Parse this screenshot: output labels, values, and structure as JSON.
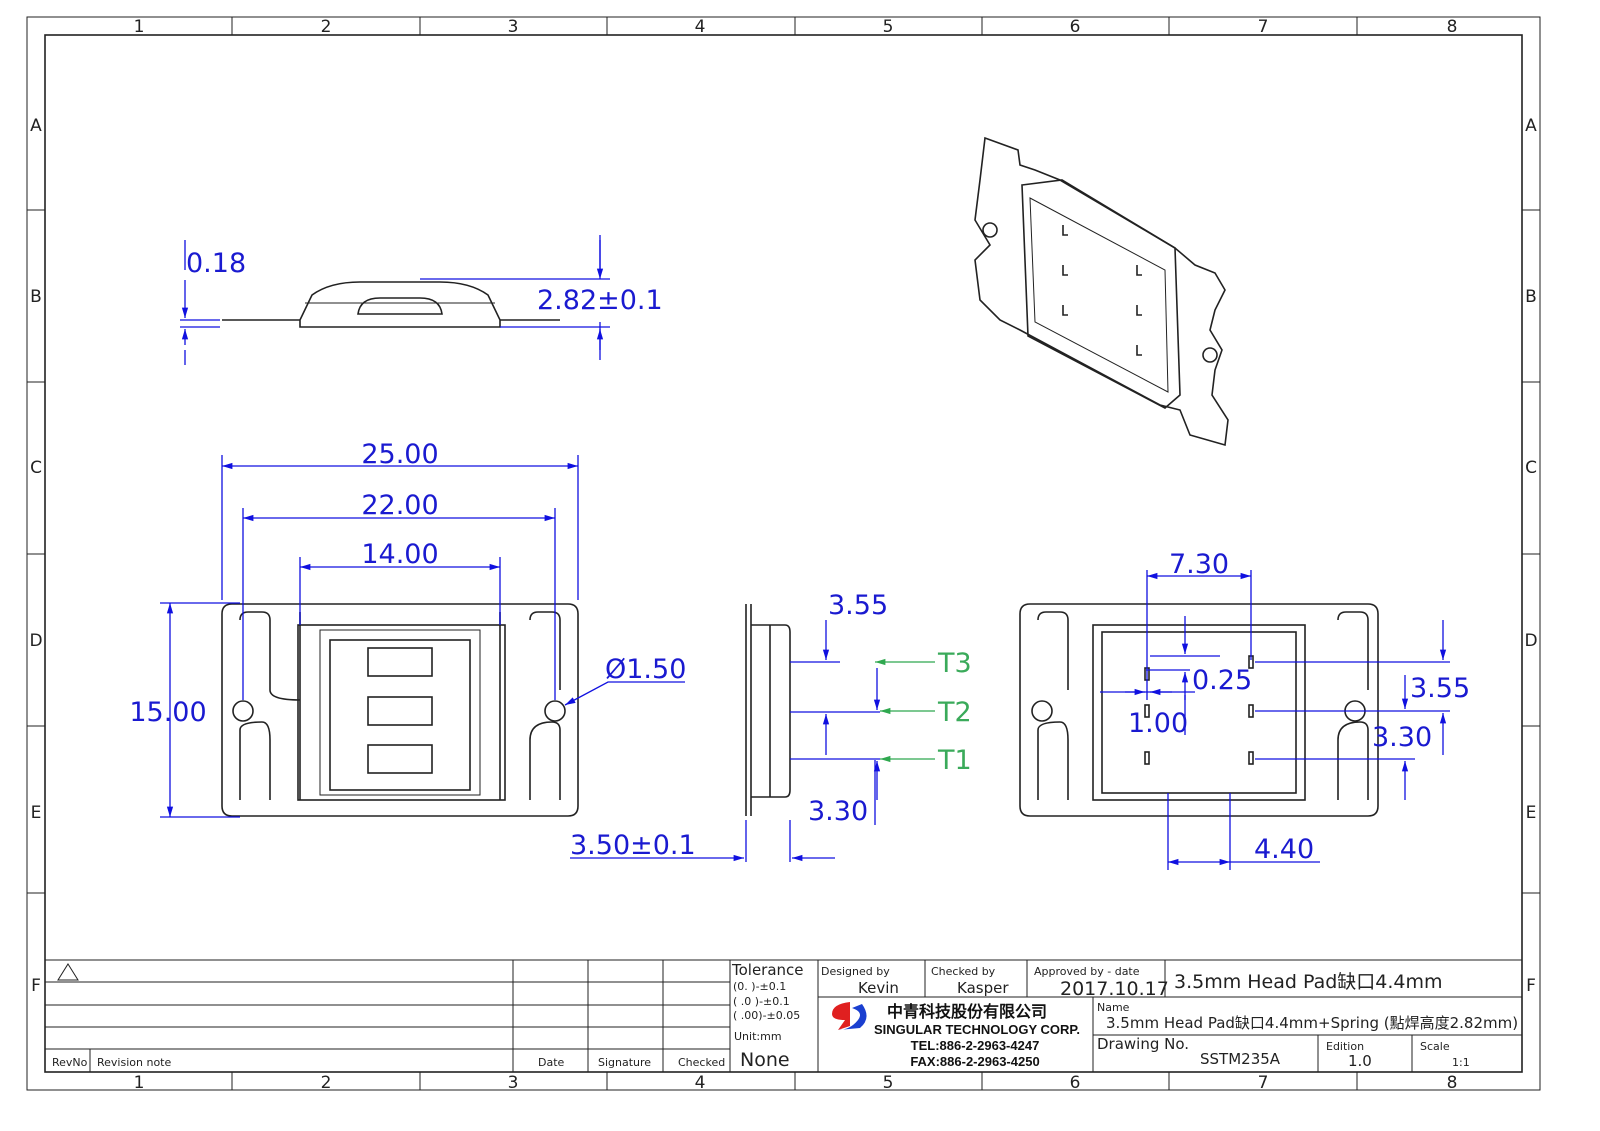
{
  "zones": {
    "columns": [
      "1",
      "2",
      "3",
      "4",
      "5",
      "6",
      "7",
      "8"
    ],
    "rows": [
      "A",
      "B",
      "C",
      "D",
      "E",
      "F"
    ]
  },
  "dimensions": {
    "top_view": {
      "thickness": "0.18",
      "height": "2.82±0.1"
    },
    "front_view": {
      "overall_width": "25.00",
      "hole_pitch": "22.00",
      "pad_width": "14.00",
      "height": "15.00",
      "hole_dia": "Ø1.50"
    },
    "side_view": {
      "top_offset": "3.55",
      "bottom_offset": "3.30",
      "thickness": "3.50±0.1",
      "labels": [
        "T3",
        "T2",
        "T1"
      ]
    },
    "bottom_view": {
      "pin_span": "7.30",
      "pin_width": "0.25",
      "pin_offset": "1.00",
      "pitch_top": "3.55",
      "pitch_bottom": "3.30",
      "notch": "4.40"
    }
  },
  "title_block": {
    "revision_headers": {
      "rev_no": "RevNo",
      "note": "Revision note",
      "date": "Date",
      "signature": "Signature",
      "checked": "Checked"
    },
    "tolerance": {
      "label": "Tolerance",
      "lines": [
        "(0.    )-±0.1",
        "( .0   )-±0.1",
        "( .00)-±0.05"
      ],
      "unit": "Unit:mm",
      "value": "None"
    },
    "designed_by": {
      "label": "Designed by",
      "value": "Kevin"
    },
    "checked_by": {
      "label": "Checked by",
      "value": "Kasper"
    },
    "approved": {
      "label": "Approved by - date",
      "value": "2017.10.17"
    },
    "title": "3.5mm Head Pad缺口4.4mm",
    "company": {
      "name_cn": "中青科技股份有限公司",
      "name_en": "SINGULAR TECHNOLOGY CORP.",
      "tel": "TEL:886-2-2963-4247",
      "fax": "FAX:886-2-2963-4250",
      "logo_colors": [
        "#e02020",
        "#1a3fd0"
      ]
    },
    "name": {
      "label": "Name",
      "value": "3.5mm Head Pad缺口4.4mm+Spring (點焊高度2.82mm)"
    },
    "drawing_no": {
      "label": "Drawing No.",
      "value": "SSTM235A"
    },
    "edition": {
      "label": "Edition",
      "value": "1.0"
    },
    "scale": {
      "label": "Scale",
      "value": "1:1"
    }
  }
}
